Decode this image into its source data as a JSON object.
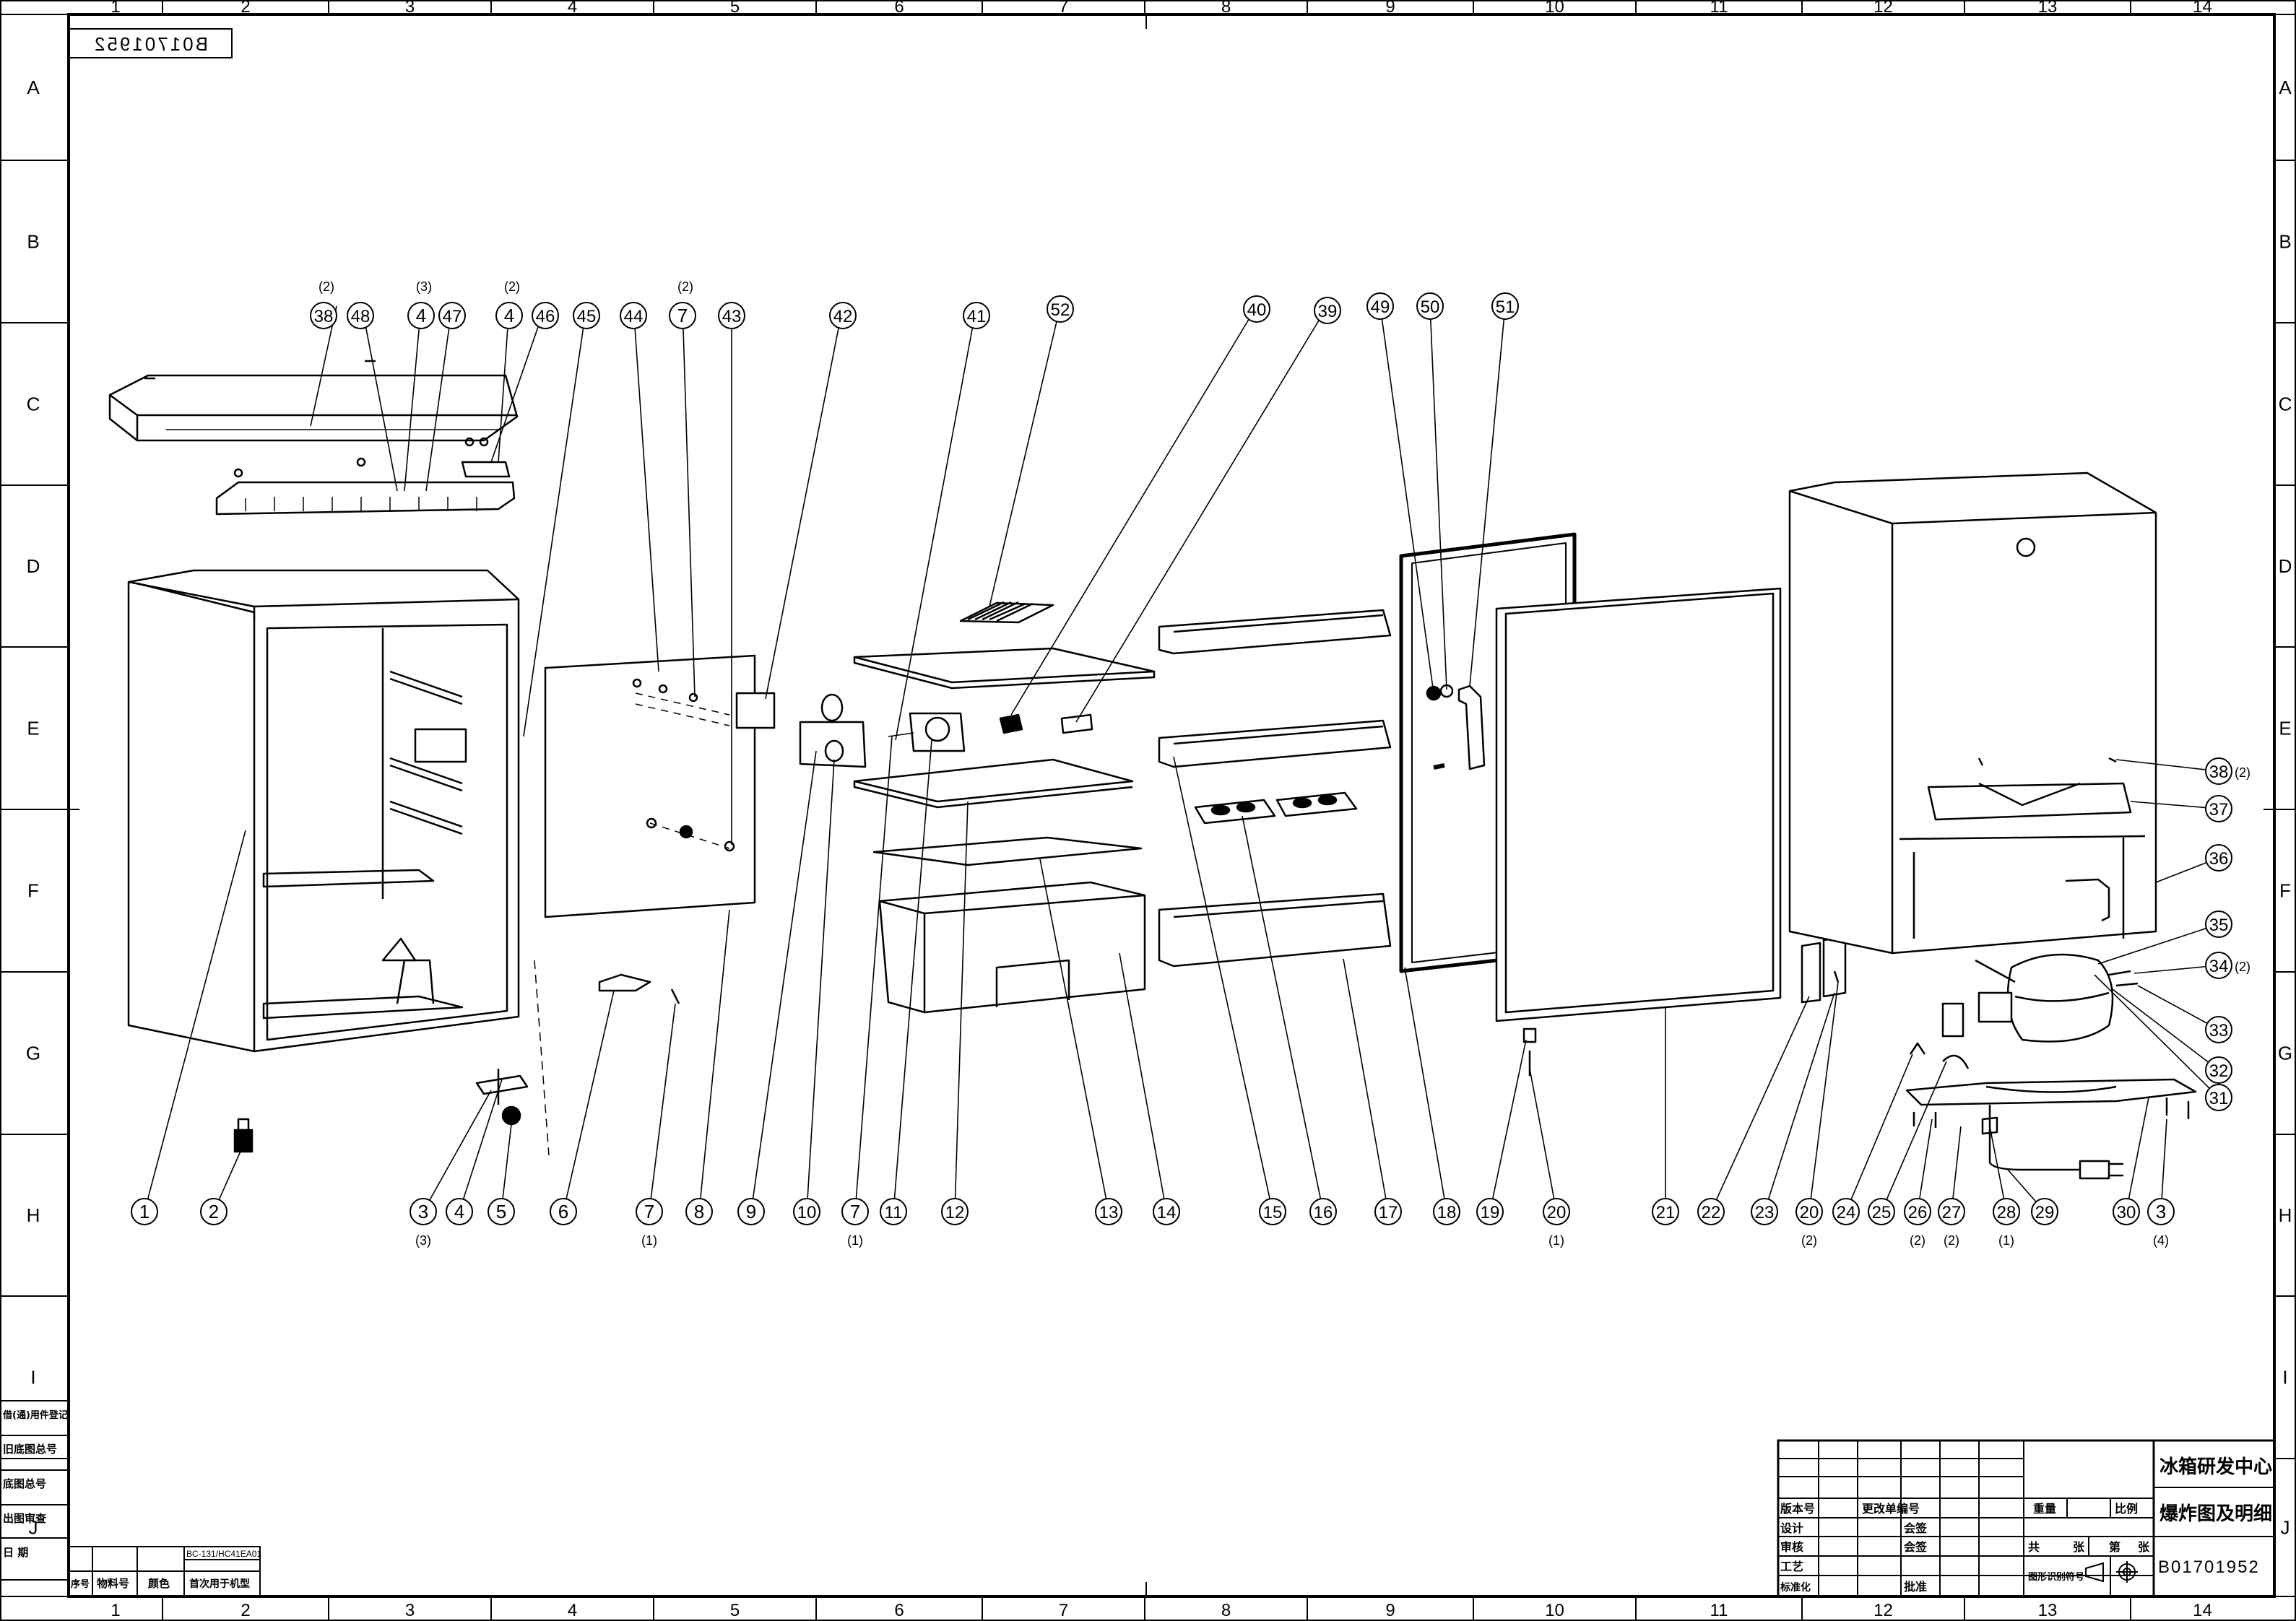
{
  "sheet": {
    "column_labels": [
      "1",
      "2",
      "3",
      "4",
      "5",
      "6",
      "7",
      "8",
      "9",
      "10",
      "11",
      "12",
      "13",
      "14"
    ],
    "row_labels": [
      "A",
      "B",
      "C",
      "D",
      "E",
      "F",
      "G",
      "H",
      "I",
      "J"
    ],
    "mirrored_stamp": "B01701952"
  },
  "callouts_top": [
    {
      "n": "38",
      "qty": "(2)"
    },
    {
      "n": "48",
      "qty": ""
    },
    {
      "n": "4",
      "qty": "(3)"
    },
    {
      "n": "47",
      "qty": ""
    },
    {
      "n": "4",
      "qty": "(2)"
    },
    {
      "n": "46",
      "qty": ""
    },
    {
      "n": "45",
      "qty": ""
    },
    {
      "n": "44",
      "qty": ""
    },
    {
      "n": "7",
      "qty": "(2)"
    },
    {
      "n": "43",
      "qty": ""
    },
    {
      "n": "42",
      "qty": ""
    },
    {
      "n": "41",
      "qty": ""
    },
    {
      "n": "52",
      "qty": ""
    },
    {
      "n": "40",
      "qty": ""
    },
    {
      "n": "39",
      "qty": ""
    },
    {
      "n": "49",
      "qty": ""
    },
    {
      "n": "50",
      "qty": ""
    },
    {
      "n": "51",
      "qty": ""
    }
  ],
  "callouts_bottom": [
    {
      "n": "1",
      "qty": ""
    },
    {
      "n": "2",
      "qty": ""
    },
    {
      "n": "3",
      "qty": "(3)"
    },
    {
      "n": "4",
      "qty": ""
    },
    {
      "n": "5",
      "qty": ""
    },
    {
      "n": "6",
      "qty": ""
    },
    {
      "n": "7",
      "qty": "(1)"
    },
    {
      "n": "8",
      "qty": ""
    },
    {
      "n": "9",
      "qty": ""
    },
    {
      "n": "10",
      "qty": ""
    },
    {
      "n": "7",
      "qty": "(1)"
    },
    {
      "n": "11",
      "qty": ""
    },
    {
      "n": "12",
      "qty": ""
    },
    {
      "n": "13",
      "qty": ""
    },
    {
      "n": "14",
      "qty": ""
    },
    {
      "n": "15",
      "qty": ""
    },
    {
      "n": "16",
      "qty": ""
    },
    {
      "n": "17",
      "qty": ""
    },
    {
      "n": "18",
      "qty": ""
    },
    {
      "n": "19",
      "qty": ""
    },
    {
      "n": "20",
      "qty": "(1)"
    },
    {
      "n": "21",
      "qty": ""
    },
    {
      "n": "22",
      "qty": ""
    },
    {
      "n": "23",
      "qty": ""
    },
    {
      "n": "20",
      "qty": "(2)"
    },
    {
      "n": "24",
      "qty": ""
    },
    {
      "n": "25",
      "qty": ""
    },
    {
      "n": "26",
      "qty": "(2)"
    },
    {
      "n": "27",
      "qty": "(2)"
    },
    {
      "n": "28",
      "qty": "(1)"
    },
    {
      "n": "29",
      "qty": ""
    },
    {
      "n": "30",
      "qty": ""
    },
    {
      "n": "3",
      "qty": "(4)"
    }
  ],
  "callouts_right": [
    {
      "n": "38",
      "qty": "(2)"
    },
    {
      "n": "37",
      "qty": ""
    },
    {
      "n": "36",
      "qty": ""
    },
    {
      "n": "35",
      "qty": ""
    },
    {
      "n": "34",
      "qty": "(2)"
    },
    {
      "n": "33",
      "qty": ""
    },
    {
      "n": "32",
      "qty": ""
    },
    {
      "n": "31",
      "qty": ""
    }
  ],
  "left_register": {
    "rows": [
      "借(通)用件登记",
      "旧底图总号",
      "底图总号",
      "出图审查",
      "日    期"
    ],
    "footer_cols": [
      "序号",
      "物料号",
      "颜色"
    ],
    "footer_model": "BC-131/HC41EA01",
    "footer_note": "首次用于机型"
  },
  "title_block": {
    "org": "冰箱研发中心",
    "title": "爆炸图及明细",
    "drawing_no": "B01701952",
    "labels": {
      "version": "版本号",
      "change_no": "更改单编号",
      "design": "设计",
      "sign1": "会签",
      "check": "审核",
      "sign2": "会签",
      "process": "工艺",
      "standard": "标准化",
      "approve": "批准",
      "weight": "重量",
      "scale": "比例",
      "total": "共",
      "sheets": "张",
      "page": "第",
      "page_unit": "张",
      "projection": "图形识别符号"
    }
  }
}
